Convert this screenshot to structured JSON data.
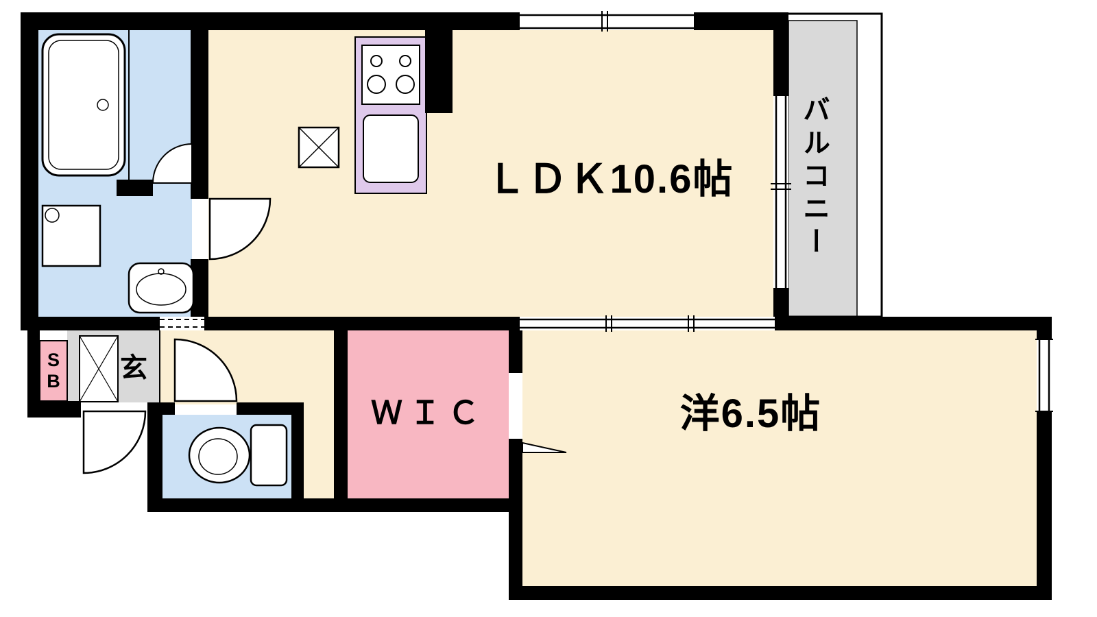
{
  "floorplan": {
    "rooms": {
      "ldk": {
        "label": "ＬＤＫ10.6帖"
      },
      "western": {
        "label": "洋6.5帖"
      },
      "wic": {
        "label": "ＷＩＣ"
      },
      "balcony": {
        "label": "バルコニー"
      },
      "entrance": {
        "label": "玄"
      },
      "shoebox": {
        "label": "S\nB"
      }
    },
    "colors": {
      "wall": "#000000",
      "cream": "#fbefd3",
      "water": "#cce1f5",
      "lavender": "#dfc9eb",
      "pink": "#f8b7c2",
      "gray": "#d9d9d9",
      "background": "#ffffff"
    }
  }
}
